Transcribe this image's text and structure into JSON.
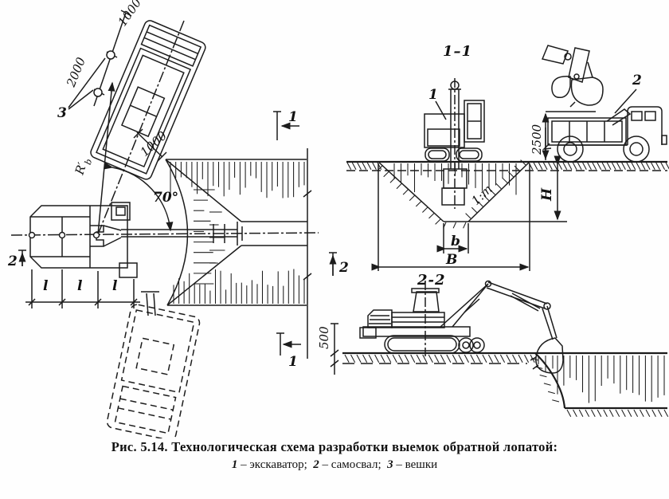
{
  "figure": {
    "caption_line1": "Рис. 5.14. Технологическая схема разработки выемок обратной лопатой:",
    "caption2": {
      "n1": "1",
      "t1": " – экскаватор;  ",
      "n2": "2",
      "t2": " – самосвал;  ",
      "n3": "3",
      "t3": " – вешки"
    }
  },
  "plan": {
    "dim_1000_top": "1000",
    "dim_2000": "2000",
    "stakes_label": "3",
    "radius_main": "R′",
    "radius_sub": "b",
    "angle_label": "70°",
    "dim_1000_edge": "1000",
    "step_labels": [
      "l",
      "l",
      "l"
    ],
    "marker_1_top": "1",
    "marker_1_bottom": "1",
    "marker_2_left": "2",
    "marker_2_right": "2"
  },
  "section_1_1": {
    "title": "1–1",
    "excavator_label": "1",
    "truck_label": "2",
    "dim_2500": "2500",
    "dim_H": "H",
    "dim_b": "b",
    "dim_B": "B",
    "slope_label": "1:m",
    "next_title": "2-2"
  },
  "section_2_2": {
    "dim_500": "500"
  },
  "colors": {
    "ink": "#1c1c1c",
    "paper": "#fefefe"
  }
}
